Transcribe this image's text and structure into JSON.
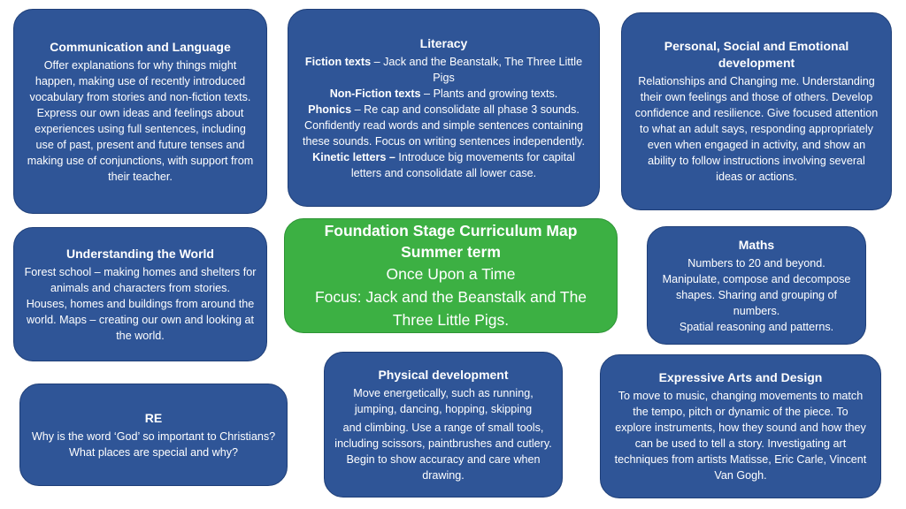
{
  "center": {
    "title_line1": "Foundation Stage Curriculum Map",
    "title_line2": "Summer term",
    "line3": "Once Upon a Time",
    "line4": "Focus: Jack and the Beanstalk and The Three Little Pigs."
  },
  "communication": {
    "title": "Communication and Language",
    "body": "Offer explanations for why things might happen, making use of recently introduced vocabulary from stories and non-fiction texts.  Express our own ideas and feelings about experiences using full sentences, including use of past, present and future tenses and making use of conjunctions, with support from their teacher."
  },
  "literacy": {
    "title": "Literacy",
    "fiction_label": "Fiction texts",
    "fiction_text": " – Jack and the Beanstalk, The Three Little Pigs",
    "nonfiction_label": "Non-Fiction texts",
    "nonfiction_text": " – Plants and growing texts.",
    "phonics_label": "Phonics",
    "phonics_text": " – Re cap and consolidate all phase 3 sounds.",
    "phonics_more": "Confidently read words and simple sentences containing these sounds. Focus on writing sentences independently.",
    "kinetic_label": "Kinetic letters –",
    "kinetic_text": " Introduce big movements for capital letters and consolidate all lower case."
  },
  "pse": {
    "title": "Personal, Social and Emotional development",
    "body": "Relationships and Changing me. Understanding their own feelings and those of others. Develop confidence and resilience. Give focused attention to what an adult says, responding appropriately even when engaged in activity, and show an ability to follow instructions involving several ideas or actions."
  },
  "world": {
    "title": "Understanding the World",
    "body1": "Forest school – making homes and shelters for animals and characters from stories.",
    "body2": "Houses, homes and buildings from around the world. Maps – creating our own and looking at the world."
  },
  "maths": {
    "title": "Maths",
    "body1": "Numbers to 20 and beyond.",
    "body2": "Manipulate, compose and decompose shapes. Sharing and grouping of numbers.",
    "body3": "Spatial reasoning and patterns."
  },
  "re": {
    "title": "RE",
    "body": "Why is the word ‘God’ so important to Christians? What places are special and why?"
  },
  "physical": {
    "title": "Physical development",
    "body1": "Move energetically, such as running, jumping, dancing, hopping, skipping",
    "body2": "and climbing.  Use a range of small tools, including scissors, paintbrushes and cutlery. Begin to show accuracy and care when drawing."
  },
  "arts": {
    "title": "Expressive Arts and Design",
    "body": "To move to music, changing movements to match the tempo, pitch or dynamic of the piece.  To explore instruments, how they sound and how they can be used to tell a story. Investigating art techniques from artists Matisse, Eric Carle, Vincent Van Gogh."
  }
}
